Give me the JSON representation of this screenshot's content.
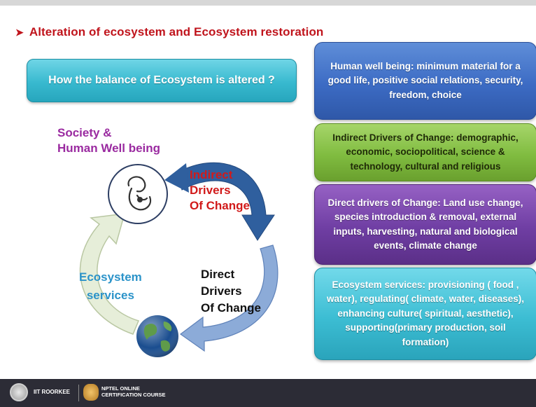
{
  "slide": {
    "title": "Alteration of ecosystem and Ecosystem restoration",
    "question": "How  the balance of Ecosystem is altered  ?"
  },
  "diagram": {
    "society_line1": "Society &",
    "society_line2": "Human Well being",
    "indirect_line1": "Indirect",
    "indirect_line2": "Drivers",
    "indirect_line3": "Of Change",
    "direct_line1": "Direct",
    "direct_line2": "Drivers",
    "direct_line3": "Of Change",
    "eco_line1": "Ecosystem",
    "eco_line2": "services"
  },
  "boxes": {
    "human": "Human well being: minimum material for a good life, positive social relations, security, freedom, choice",
    "indirect": "Indirect Drivers of Change: demographic, economic, sociopolitical, science & technology, cultural and religious",
    "direct": "Direct drivers of Change: Land use change, species introduction & removal, external inputs, harvesting, natural and biological events, climate change",
    "services": "Ecosystem services: provisioning ( food , water), regulating( climate, water, diseases), enhancing culture( spiritual, aesthetic), supporting(primary production, soil formation)"
  },
  "footer": {
    "institute": "IIT ROORKEE",
    "course_line1": "NPTEL ONLINE",
    "course_line2": "CERTIFICATION COURSE"
  },
  "colors": {
    "title": "#c0141c",
    "indirect_arrow": "#2f5f9e",
    "direct_arrow": "#8aa9d6",
    "services_arrow": "#e3ecd6"
  }
}
